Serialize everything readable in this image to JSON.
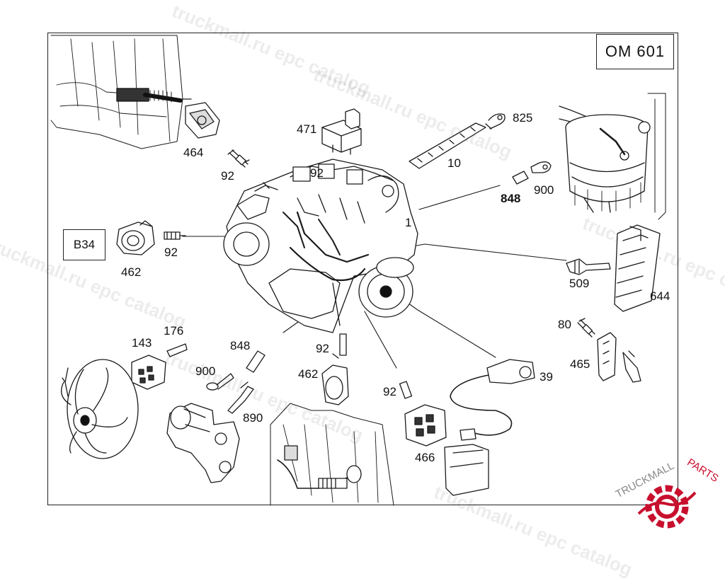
{
  "model": "OM 601",
  "box_label": "B34",
  "parts": {
    "p464": "464",
    "p92a": "92",
    "p471": "471",
    "p92b": "92",
    "p825": "825",
    "p10": "10",
    "p848a": "848",
    "p900a": "900",
    "p1": "1",
    "p462a": "462",
    "p92c": "92",
    "p509": "509",
    "p644": "644",
    "p80": "80",
    "p465": "465",
    "p39": "39",
    "p143": "143",
    "p176": "176",
    "p848b": "848",
    "p92d": "92",
    "p900b": "900",
    "p462b": "462",
    "p890": "890",
    "p92e": "92",
    "p466": "466"
  },
  "watermark": "truckmall.ru epc catalog",
  "logo_text": "TRUCKMALLPARTS"
}
